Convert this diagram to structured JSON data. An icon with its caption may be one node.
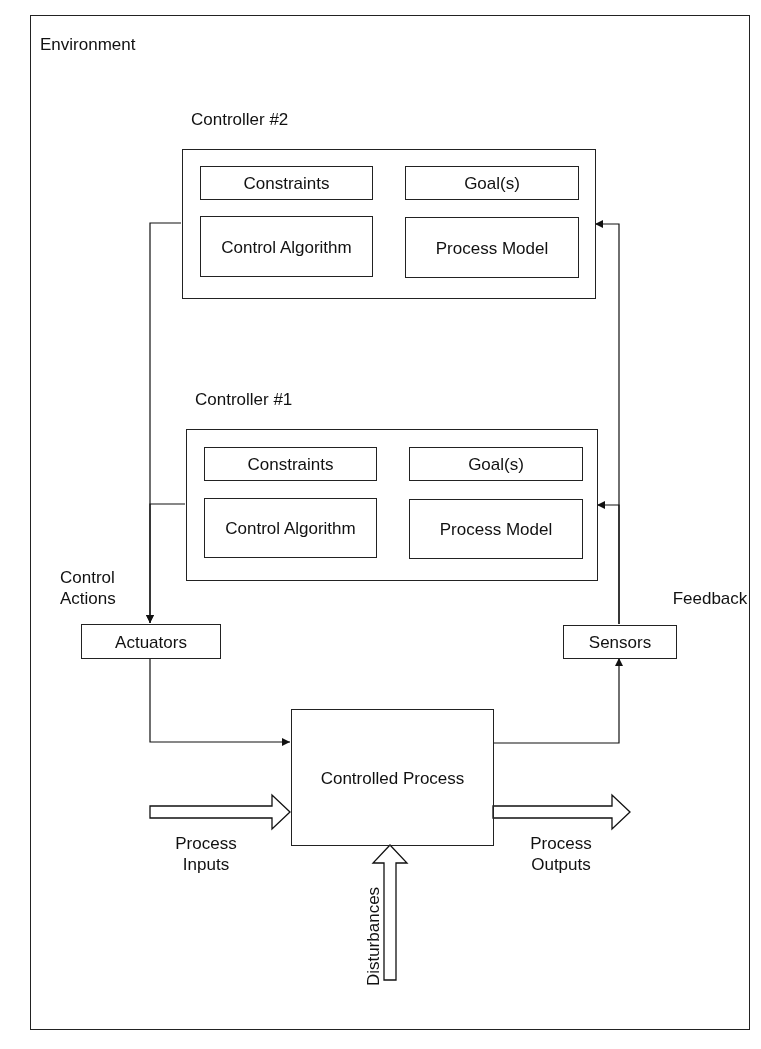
{
  "diagram": {
    "nodes": [
      {
        "text": [
          "Environment"
        ]
      },
      {
        "text": [
          "Controller #2"
        ],
        "in": 0
      },
      {
        "text": [
          "Constraints"
        ],
        "in": 1
      },
      {
        "text": [
          "Goal(s)"
        ],
        "in": 1
      },
      {
        "text": [
          "Control Algorithm"
        ],
        "in": 1
      },
      {
        "text": [
          "Process Model"
        ],
        "in": 1
      },
      {
        "text": [
          "Controller #1"
        ],
        "in": 0
      },
      {
        "text": [
          "Constraints"
        ],
        "in": 6
      },
      {
        "text": [
          "Goal(s)"
        ],
        "in": 6
      },
      {
        "text": [
          "Control Algorithm"
        ],
        "in": 6
      },
      {
        "text": [
          "Process Model"
        ],
        "in": 6
      },
      {
        "text": [
          "Actuators"
        ],
        "in": 0,
        "beside": [
          "Control Actions"
        ]
      },
      {
        "text": [
          "Sensors"
        ],
        "in": 0,
        "beside": [
          "Feedback"
        ]
      },
      {
        "text": [
          "Controlled Process"
        ],
        "in": 0
      },
      {
        "text": [
          "Process Inputs"
        ],
        "in": 0
      },
      {
        "text": [
          "Process Outputs"
        ],
        "in": 0
      },
      {
        "text": [
          "Disturbances"
        ],
        "in": 0
      }
    ],
    "edges": [
      {
        "from": 1,
        "to": 11,
        "arrow": "to"
      },
      {
        "from": 6,
        "to": 11,
        "arrow": "to"
      },
      {
        "from": 11,
        "to": 13,
        "arrow": "to"
      },
      {
        "from": 13,
        "to": 12,
        "arrow": "to"
      },
      {
        "from": 12,
        "to": 6,
        "arrow": "to"
      },
      {
        "from": 12,
        "to": 1,
        "arrow": "to"
      },
      {
        "from": 14,
        "to": 13,
        "arrow": "to",
        "style": "thick"
      },
      {
        "from": 13,
        "to": 15,
        "arrow": "to",
        "style": "thick"
      },
      {
        "from": 16,
        "to": 13,
        "arrow": "to",
        "style": "thick"
      }
    ]
  }
}
